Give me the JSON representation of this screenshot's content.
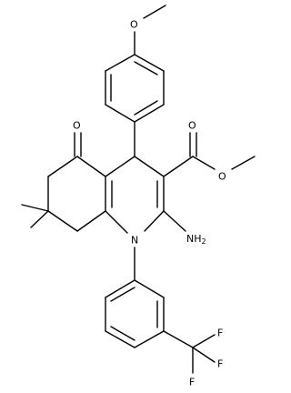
{
  "atoms": {
    "methoxy_o": "O",
    "ketone_o": "O",
    "ester_o_carbonyl": "O",
    "ester_o_ether": "O",
    "ring_n": "N",
    "amine": "NH",
    "amine_sub": "2",
    "f1": "F",
    "f2": "F",
    "f3": "F"
  },
  "colors": {
    "bond": "#000000",
    "label": "#000000",
    "background": "#ffffff"
  }
}
